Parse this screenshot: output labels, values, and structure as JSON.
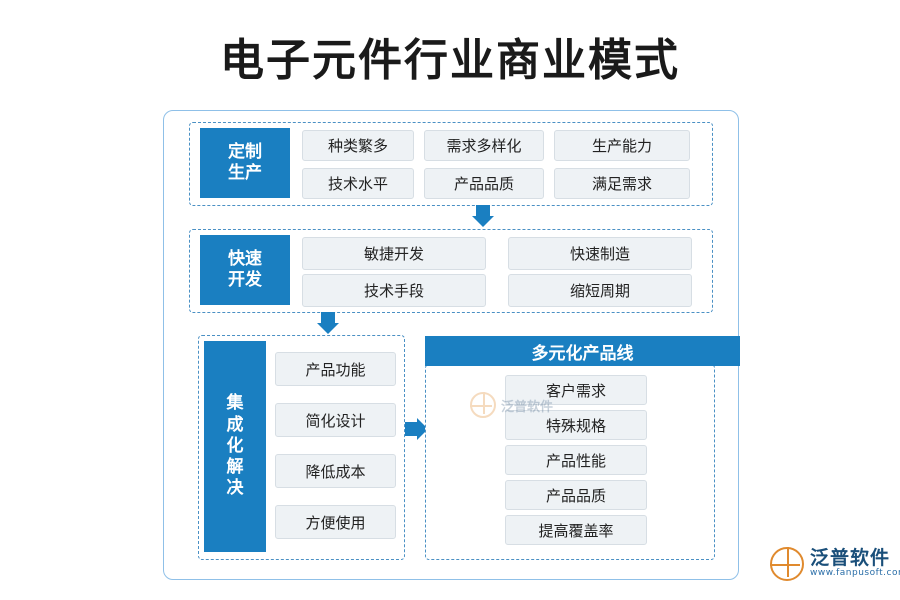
{
  "title": "电子元件行业商业模式",
  "colors": {
    "accent": "#1a7fc1",
    "frame": "#8fc0e8",
    "chip_bg": "#eef2f5",
    "logo_orange": "#e08a2e"
  },
  "sections": {
    "custom_production": {
      "label": "定制\n生产",
      "label_line1": "定制",
      "label_line2": "生产",
      "chips": [
        "种类繁多",
        "需求多样化",
        "生产能力",
        "技术水平",
        "产品品质",
        "满足需求"
      ]
    },
    "rapid_development": {
      "label_line1": "快速",
      "label_line2": "开发",
      "chips": [
        "敏捷开发",
        "快速制造",
        "技术手段",
        "缩短周期"
      ]
    },
    "integrated_solution": {
      "label_line1": "集",
      "label_line2": "成",
      "label_line3": "化",
      "label_line4": "解",
      "label_line5": "决",
      "chips": [
        "产品功能",
        "简化设计",
        "降低成本",
        "方便使用"
      ]
    },
    "product_line": {
      "header": "多元化产品线",
      "chips": [
        "客户需求",
        "特殊规格",
        "产品性能",
        "产品品质",
        "提高覆盖率"
      ]
    }
  },
  "watermark": {
    "text": "泛普软件"
  },
  "logo": {
    "cn": "泛普软件",
    "en": "www.fanpusoft.com"
  }
}
